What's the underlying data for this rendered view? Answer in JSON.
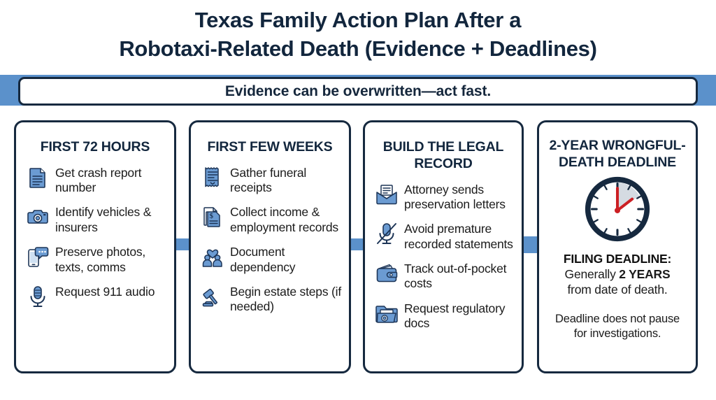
{
  "colors": {
    "navy": "#16293f",
    "blue": "#5b91cb",
    "icon_fill": "#6b9bd2",
    "icon_stroke": "#1d3557",
    "red": "#cc1f24",
    "text": "#1b1b1b"
  },
  "title": {
    "line1": "Texas Family Action Plan After a",
    "line2": "Robotaxi-Related Death (Evidence + Deadlines)"
  },
  "banner": {
    "text": "Evidence can be overwritten—act fast."
  },
  "cards": [
    {
      "title": "FIRST 72 HOURS",
      "items": [
        {
          "icon": "document-icon",
          "text": "Get crash report number"
        },
        {
          "icon": "camera-icon",
          "text": "Identify vehicles & insurers"
        },
        {
          "icon": "phone-message-icon",
          "text": "Preserve photos, texts, comms"
        },
        {
          "icon": "microphone-icon",
          "text": "Request 911 audio"
        }
      ]
    },
    {
      "title": "FIRST FEW WEEKS",
      "items": [
        {
          "icon": "receipt-icon",
          "text": "Gather funeral receipts"
        },
        {
          "icon": "dollar-document-icon",
          "text": "Collect income & employment records"
        },
        {
          "icon": "people-heart-icon",
          "text": "Document dependency"
        },
        {
          "icon": "gavel-icon",
          "text": "Begin estate steps (if needed)"
        }
      ]
    },
    {
      "title": "BUILD THE LEGAL RECORD",
      "items": [
        {
          "icon": "envelope-icon",
          "text": "Attorney sends preservation letters"
        },
        {
          "icon": "microphone-off-icon",
          "text": "Avoid premature recorded statements"
        },
        {
          "icon": "wallet-icon",
          "text": "Track out-of-pocket costs"
        },
        {
          "icon": "folder-icon",
          "text": "Request regulatory docs"
        }
      ]
    },
    {
      "title": "2-YEAR WRONGFUL-DEATH DEADLINE",
      "icon": "clock-icon",
      "deadline_heading": "FILING DEADLINE:",
      "deadline_line_prefix": "Generally ",
      "deadline_emphasis": "2 YEARS",
      "deadline_line_suffix": "from date of death.",
      "note": "Deadline does not pause for investigations."
    }
  ],
  "connectors": [
    {
      "name": "connector-card1-card2",
      "type": "bar"
    },
    {
      "name": "connector-card2-card3",
      "type": "bar"
    },
    {
      "name": "connector-card3-card4",
      "type": "arrow"
    }
  ]
}
